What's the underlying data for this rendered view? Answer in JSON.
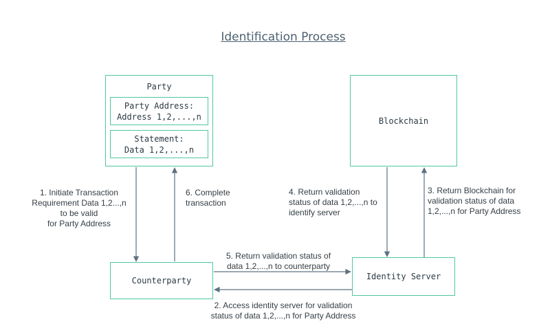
{
  "title": "Identification Process",
  "colors": {
    "box_border": "#4fc6a3",
    "arrow": "#5e7180",
    "text": "#333d44"
  },
  "party": {
    "label": "Party",
    "address_box": {
      "line1": "Party Address:",
      "line2": "Address 1,2,...,n"
    },
    "statement_box": {
      "line1": "Statement:",
      "line2": "Data 1,2,...,n"
    }
  },
  "blockchain": {
    "label": "Blockchain"
  },
  "counterparty": {
    "label": "Counterparty"
  },
  "identity_server": {
    "label": "Identity Server"
  },
  "steps": {
    "step1": [
      "1. Initiate Transaction",
      "Requirement Data 1,2...,n",
      "to be valid",
      "for Party Address"
    ],
    "step2": [
      "2. Access identity server for validation",
      "status of data  1,2,...,n for Party Address"
    ],
    "step3": [
      "3. Return Blockchain for",
      "validation status of data",
      "1,2,...,n for Party Address"
    ],
    "step4": [
      "4. Return validation",
      "status of data 1,2,...,n to",
      "identify server"
    ],
    "step5": [
      "5. Return validation status of",
      "data 1,2,...,n to counterparty"
    ],
    "step6": [
      "6. Complete",
      "transaction"
    ]
  }
}
